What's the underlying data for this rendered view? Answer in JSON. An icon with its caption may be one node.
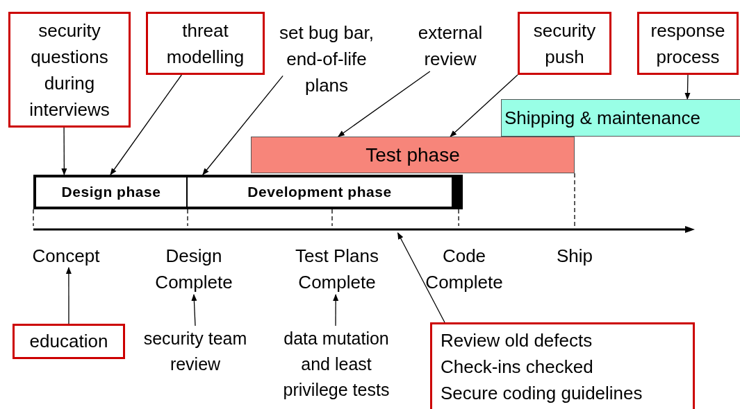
{
  "diagram": {
    "nodes": [
      {
        "text": [
          "security questions during interviews"
        ]
      },
      {
        "text": [
          "threat modelling"
        ]
      },
      {
        "text": [
          "set bug bar, end-of-life plans"
        ]
      },
      {
        "text": [
          "external review"
        ]
      },
      {
        "text": [
          "security push"
        ]
      },
      {
        "text": [
          "response process"
        ]
      },
      {
        "text": [
          "Shipping & maintenance"
        ]
      },
      {
        "text": [
          "Test phase"
        ]
      },
      {
        "text": [
          "Design phase"
        ]
      },
      {
        "text": [
          "Development phase"
        ]
      },
      {
        "text": [
          "Concept"
        ]
      },
      {
        "text": [
          "Design Complete"
        ]
      },
      {
        "text": [
          "Test Plans Complete"
        ]
      },
      {
        "text": [
          "Code Complete"
        ]
      },
      {
        "text": [
          "Ship"
        ]
      },
      {
        "text": [
          "education"
        ]
      },
      {
        "text": [
          "security team review"
        ]
      },
      {
        "text": [
          "data mutation and least privilege tests"
        ]
      },
      {
        "text": [
          "Review old defects",
          "Check-ins checked",
          "Secure coding guidelines"
        ]
      },
      {
        "text": [],
        "shape": "arrow"
      }
    ],
    "edges": [
      {
        "from": 0,
        "to": 8,
        "arrow": "to"
      },
      {
        "from": 1,
        "to": 8,
        "arrow": "to"
      },
      {
        "from": 2,
        "to": 9,
        "arrow": "to"
      },
      {
        "from": 3,
        "to": 7,
        "arrow": "to"
      },
      {
        "from": 4,
        "to": 7,
        "arrow": "to"
      },
      {
        "from": 5,
        "to": 6,
        "arrow": "to"
      },
      {
        "from": 15,
        "to": 10,
        "arrow": "to"
      },
      {
        "from": 16,
        "to": 11,
        "arrow": "to"
      },
      {
        "from": 17,
        "to": 12,
        "arrow": "to"
      },
      {
        "from": 18,
        "to": 19,
        "arrow": "to"
      },
      {
        "from": 8,
        "to": 19,
        "arrow": "none",
        "style": "dashed"
      },
      {
        "from": 8,
        "to": 19,
        "arrow": "none",
        "style": "dashed"
      },
      {
        "from": 9,
        "to": 19,
        "arrow": "none",
        "style": "dashed"
      },
      {
        "from": 9,
        "to": 19,
        "arrow": "none",
        "style": "dashed"
      },
      {
        "from": 7,
        "to": 19,
        "arrow": "none",
        "style": "dashed"
      }
    ]
  }
}
